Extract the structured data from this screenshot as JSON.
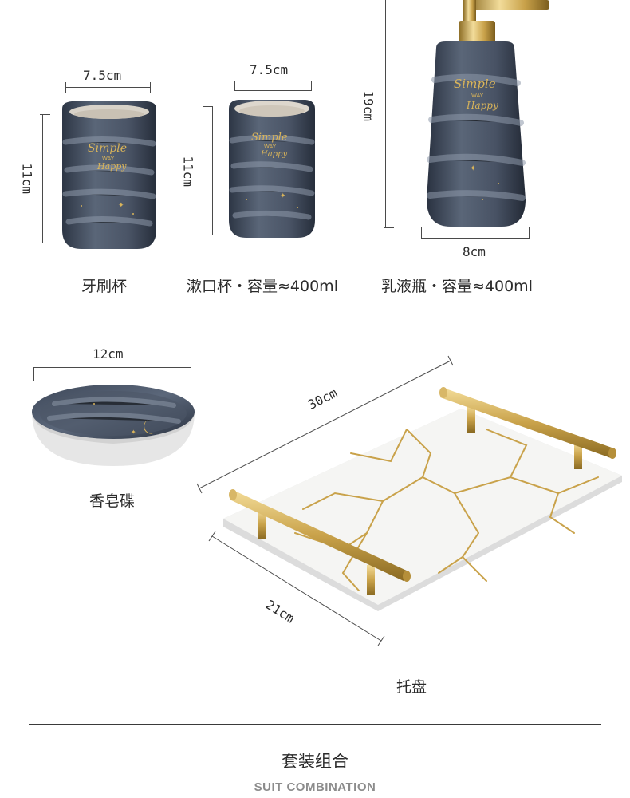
{
  "products": {
    "toothbrush_cup": {
      "name": "牙刷杯",
      "width": "7.5cm",
      "height": "11cm",
      "print": [
        "Simple",
        "WAY",
        "Happy"
      ]
    },
    "mouthwash_cup": {
      "name": "漱口杯・容量≈400ml",
      "width": "7.5cm",
      "height": "11cm",
      "print": [
        "Simple",
        "WAY",
        "Happy"
      ]
    },
    "lotion_bottle": {
      "name": "乳液瓶・容量≈400ml",
      "width": "8cm",
      "height": "19cm",
      "print": [
        "Simple",
        "WAY",
        "Happy"
      ]
    },
    "soap_dish": {
      "name": "香皂碟",
      "width": "12cm"
    },
    "tray": {
      "name": "托盘",
      "length": "30cm",
      "width": "21cm"
    }
  },
  "colors": {
    "ceramic_blue": "#4f5a6b",
    "ceramic_dark": "#343d4c",
    "gold": "#c9a24a",
    "marble_white": "#f5f5f3"
  },
  "footer": {
    "title": "套装组合",
    "subtitle": "SUIT COMBINATION"
  }
}
